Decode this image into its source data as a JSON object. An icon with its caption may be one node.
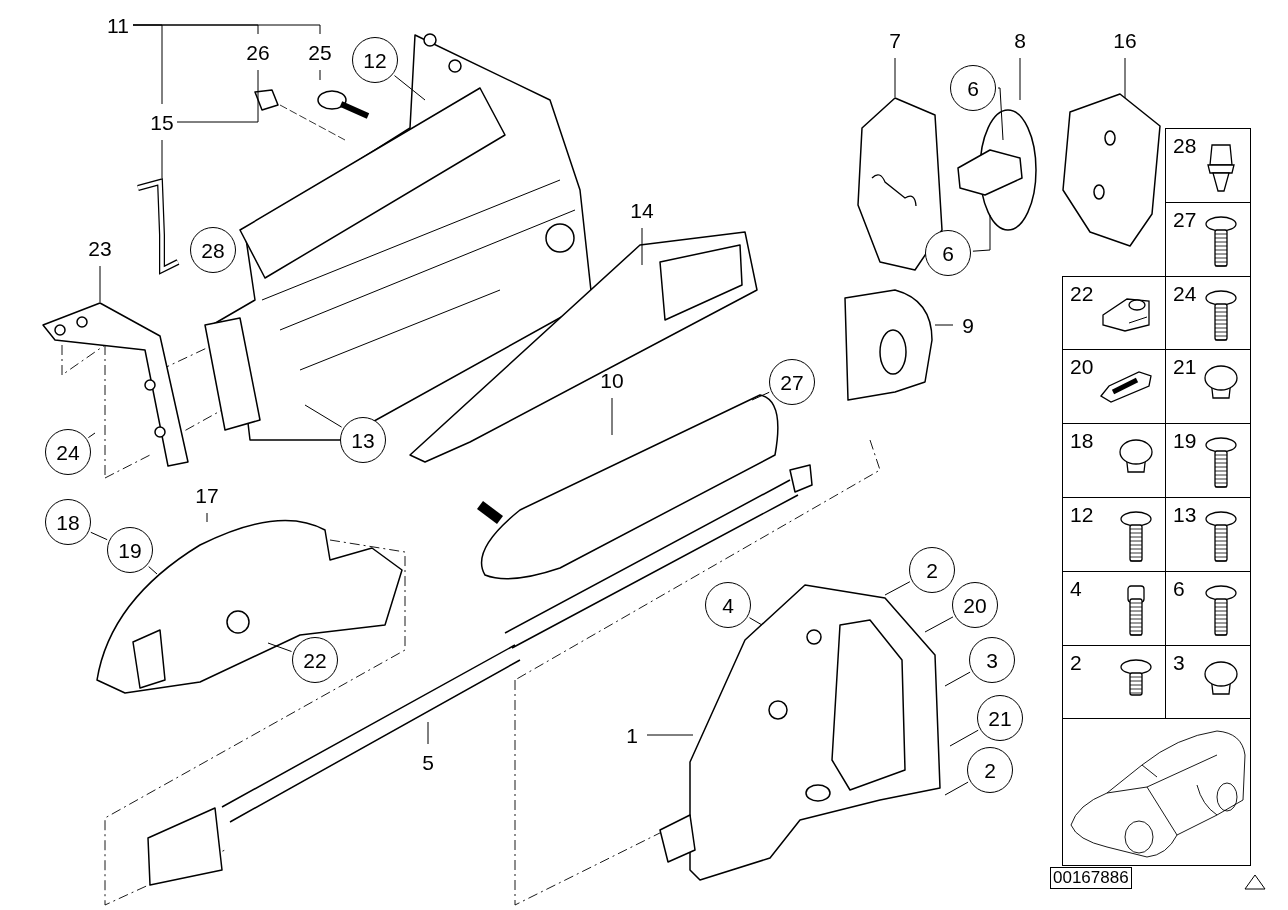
{
  "diagram": {
    "nodes": [
      {
        "text": [
          "11"
        ]
      },
      {
        "text": [
          "26"
        ]
      },
      {
        "text": [
          "25"
        ]
      },
      {
        "text": [
          "12"
        ]
      },
      {
        "text": [
          "15"
        ]
      },
      {
        "text": [
          "28"
        ]
      },
      {
        "text": [
          "23"
        ]
      },
      {
        "text": [
          "24"
        ]
      },
      {
        "text": [
          "13"
        ]
      },
      {
        "text": [
          "14"
        ]
      },
      {
        "text": [
          "10"
        ]
      },
      {
        "text": [
          "27"
        ]
      },
      {
        "text": [
          "7"
        ]
      },
      {
        "text": [
          "8"
        ]
      },
      {
        "text": [
          "16"
        ]
      },
      {
        "text": [
          "6"
        ]
      },
      {
        "text": [
          "6"
        ]
      },
      {
        "text": [
          "9"
        ]
      },
      {
        "text": [
          "17"
        ]
      },
      {
        "text": [
          "18"
        ]
      },
      {
        "text": [
          "19"
        ]
      },
      {
        "text": [
          "22"
        ]
      },
      {
        "text": [
          "2"
        ]
      },
      {
        "text": [
          "4"
        ]
      },
      {
        "text": [
          "20"
        ]
      },
      {
        "text": [
          "3"
        ]
      },
      {
        "text": [
          "1"
        ]
      },
      {
        "text": [
          "21"
        ]
      },
      {
        "text": [
          "2"
        ]
      },
      {
        "text": [
          "5"
        ]
      }
    ],
    "edges": [
      {
        "from": 0,
        "to": 4,
        "arrow": "none"
      },
      {
        "from": 0,
        "to": 1,
        "arrow": "none"
      },
      {
        "from": 0,
        "to": 2,
        "arrow": "none"
      },
      {
        "from": 2,
        "to": null,
        "arrow": "none"
      },
      {
        "from": 1,
        "to": 4,
        "arrow": "none"
      },
      {
        "from": 4,
        "to": null,
        "arrow": "none"
      },
      {
        "from": 3,
        "to": null,
        "arrow": "none"
      },
      {
        "from": 6,
        "to": null,
        "arrow": "none"
      },
      {
        "from": 7,
        "to": null,
        "arrow": "none"
      },
      {
        "from": 8,
        "to": null,
        "arrow": "none"
      },
      {
        "from": 9,
        "to": null,
        "arrow": "none"
      },
      {
        "from": 10,
        "to": null,
        "arrow": "none"
      },
      {
        "from": 11,
        "to": null,
        "arrow": "none"
      },
      {
        "from": 12,
        "to": null,
        "arrow": "none"
      },
      {
        "from": 13,
        "to": null,
        "arrow": "none"
      },
      {
        "from": 14,
        "to": null,
        "arrow": "none"
      },
      {
        "from": 15,
        "to": null,
        "arrow": "none"
      },
      {
        "from": 16,
        "to": null,
        "arrow": "none"
      },
      {
        "from": 17,
        "to": null,
        "arrow": "none"
      },
      {
        "from": 18,
        "to": null,
        "arrow": "none"
      },
      {
        "from": 19,
        "to": 20,
        "arrow": "none"
      },
      {
        "from": 20,
        "to": null,
        "arrow": "none"
      },
      {
        "from": 21,
        "to": null,
        "arrow": "none"
      },
      {
        "from": 22,
        "to": null,
        "arrow": "none"
      },
      {
        "from": 23,
        "to": null,
        "arrow": "none"
      },
      {
        "from": 24,
        "to": null,
        "arrow": "none"
      },
      {
        "from": 25,
        "to": null,
        "arrow": "none"
      },
      {
        "from": 26,
        "to": null,
        "arrow": "none"
      },
      {
        "from": 27,
        "to": null,
        "arrow": "none"
      },
      {
        "from": 28,
        "to": null,
        "arrow": "none"
      },
      {
        "from": 29,
        "to": null,
        "arrow": "none"
      }
    ],
    "labels": [
      "28",
      "27",
      "22",
      "24",
      "20",
      "21",
      "18",
      "19",
      "12",
      "13",
      "4",
      "6",
      "2",
      "3",
      "00167886"
    ]
  }
}
